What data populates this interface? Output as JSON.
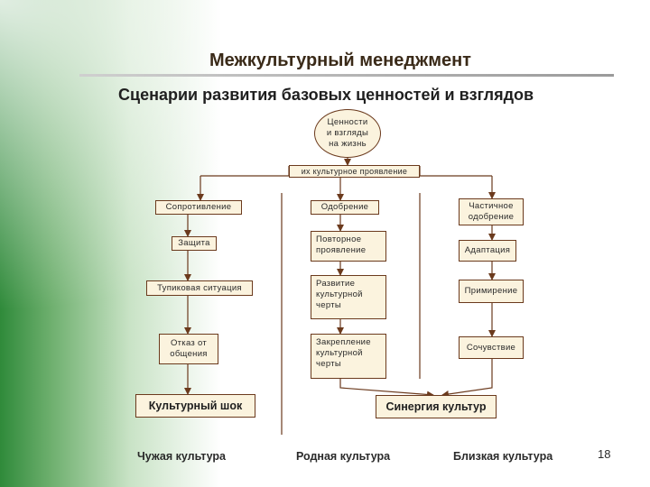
{
  "slide": {
    "title": "Межкультурный менеджмент",
    "subtitle": "Сценарии развития базовых ценностей и взглядов",
    "page_number": "18"
  },
  "diagram": {
    "root": "Ценности\nи взгляды\nна жизнь",
    "manifestation": "их культурное проявление",
    "left_column": [
      "Сопротивление",
      "Защита",
      "Тупиковая ситуация",
      "Отказ от\nобщения"
    ],
    "middle_column": [
      "Одобрение",
      "Повторное\nпроявление",
      "Развитие\nкультурной\nчерты",
      "Закрепление\nкультурной\nчерты"
    ],
    "right_column": [
      "Частичное\nодобрение",
      "Адаптация",
      "Примирение",
      "Сочувствие"
    ],
    "outcome_left": "Культурный шок",
    "outcome_right": "Синергия культур",
    "bottom_labels": [
      "Чужая культура",
      "Родная культура",
      "Близкая культура"
    ]
  }
}
